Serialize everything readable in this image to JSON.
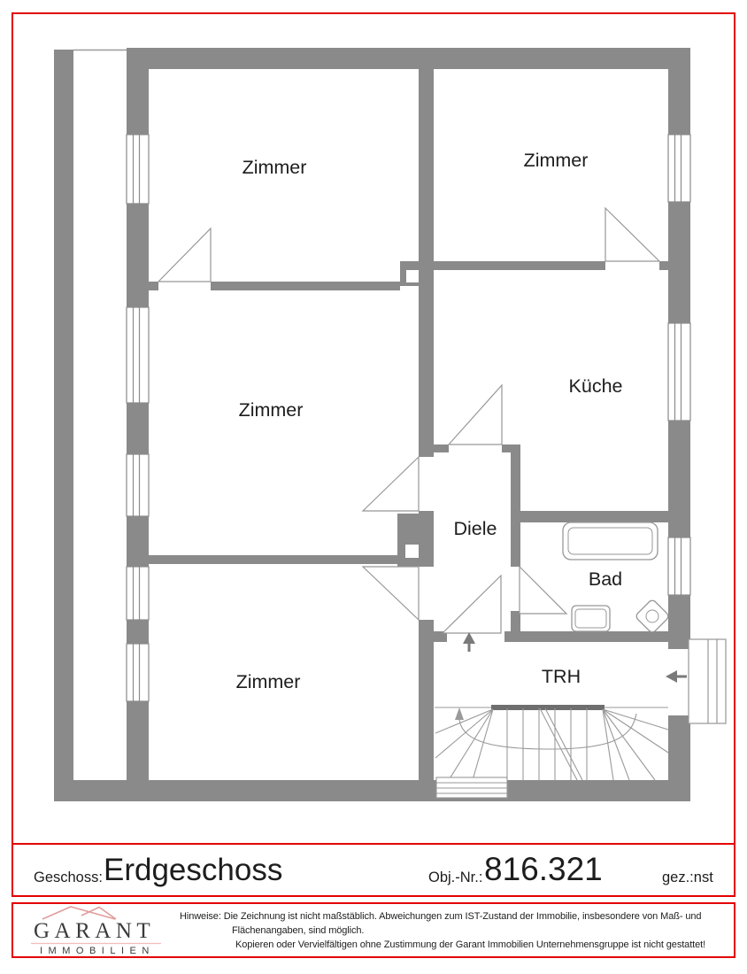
{
  "plan": {
    "rooms": [
      {
        "name": "zimmer-top-left",
        "label": "Zimmer"
      },
      {
        "name": "zimmer-top-right",
        "label": "Zimmer"
      },
      {
        "name": "zimmer-middle",
        "label": "Zimmer"
      },
      {
        "name": "kueche",
        "label": "Küche"
      },
      {
        "name": "diele",
        "label": "Diele"
      },
      {
        "name": "bad",
        "label": "Bad"
      },
      {
        "name": "zimmer-bottom",
        "label": "Zimmer"
      },
      {
        "name": "treppenhaus",
        "label": "TRH"
      }
    ],
    "icons": {
      "entrance_arrow": "left-arrow",
      "diele_entry_arrow": "up-arrow",
      "stair_walk_arrow": "up-arrow"
    }
  },
  "title_block": {
    "floor_label": "Geschoss:",
    "floor_value": "Erdgeschoss",
    "object_label": "Obj.-Nr.:",
    "object_value": "816.321",
    "drawn_by": "gez.:nst"
  },
  "footer": {
    "logo_name": "GARANT",
    "logo_subtitle": "IMMOBILIEN",
    "notice_line1": "Hinweise: Die Zeichnung ist nicht maßstäblich. Abweichungen zum IST-Zustand der Immobilie, insbesondere von Maß- und",
    "notice_line2": "Flächenangaben, sind möglich.",
    "notice_line3": "Kopieren oder Vervielfältigen ohne Zustimmung der Garant Immobilien Unternehmensgruppe ist nicht gestattet!"
  },
  "colors": {
    "wall_gray": "#8a8a8a",
    "border_red": "#e30000",
    "thin_line_gray": "#979797",
    "logo_roof_pink": "#e29d9d",
    "logo_underline_pink": "#f2bcbc"
  }
}
